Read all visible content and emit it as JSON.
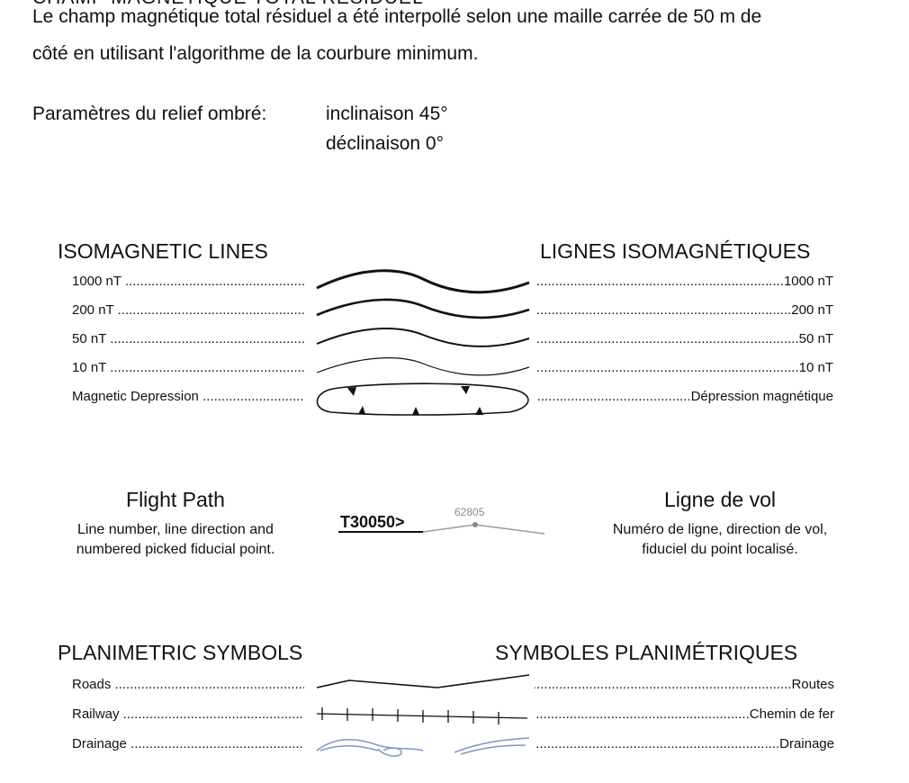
{
  "header": {
    "cut_title": "CHAMP MAGNÉTIQUE TOTAL RÉSIDUEL",
    "para_line1": "Le champ magnétique total résiduel a été interpollé selon une maille carrée de 50 m de",
    "para_line2": "côté en utilisant l'algorithme de la courbure minimum.",
    "shade_label": "Paramètres du relief ombré:",
    "shade_incl": "inclinaison  45°",
    "shade_decl": "déclinaison 0°"
  },
  "isomagnetic": {
    "title_en": "ISOMAGNETIC LINES",
    "title_fr": "LIGNES ISOMAGNÉTIQUES",
    "rows": [
      {
        "en": "1000 nT",
        "fr": "1000 nT"
      },
      {
        "en": "200 nT",
        "fr": "200 nT"
      },
      {
        "en": "50 nT",
        "fr": "50 nT"
      },
      {
        "en": "10  nT",
        "fr": "10  nT"
      },
      {
        "en": "Magnetic Depression",
        "fr": "Dépression magnétique"
      }
    ]
  },
  "flight": {
    "title_en": "Flight Path",
    "desc_en_1": "Line number, line direction and",
    "desc_en_2": "numbered picked fiducial point.",
    "line_label": "T30050>",
    "fiducial": "62805",
    "title_fr": "Ligne de vol",
    "desc_fr_1": "Numéro de ligne, direction de vol,",
    "desc_fr_2": "fiduciel du point localisé."
  },
  "planimetric": {
    "title_en": "PLANIMETRIC SYMBOLS",
    "title_fr": "SYMBOLES PLANIMÉTRIQUES",
    "rows": [
      {
        "en": "Roads",
        "fr": "Routes"
      },
      {
        "en": "Railway",
        "fr": "Chemin de fer"
      },
      {
        "en": "Drainage",
        "fr": "Drainage"
      }
    ]
  },
  "colors": {
    "drainage": "#7f93c9",
    "flight_line": "#9a9a9a"
  }
}
